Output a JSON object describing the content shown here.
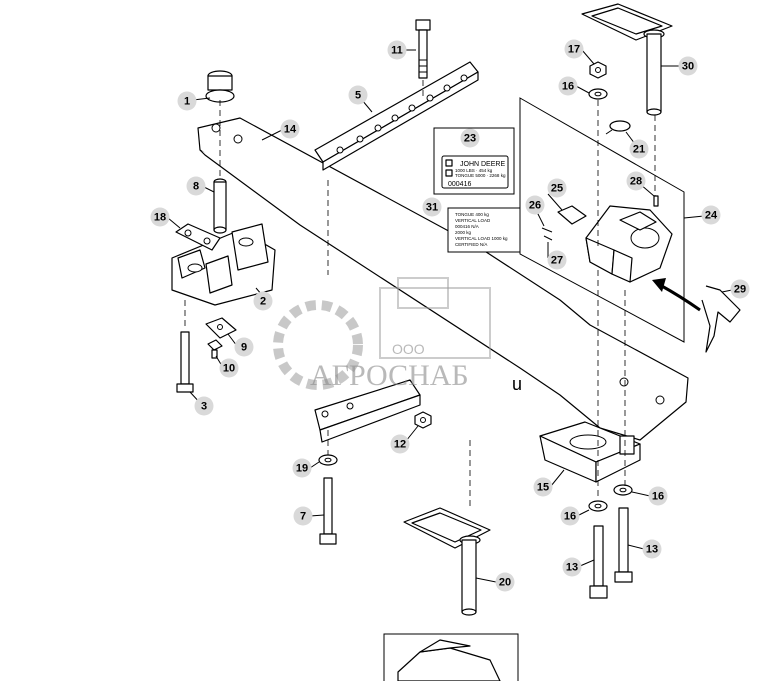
{
  "callouts": [
    {
      "id": "c1",
      "label": "1"
    },
    {
      "id": "c2",
      "label": "2"
    },
    {
      "id": "c3",
      "label": "3"
    },
    {
      "id": "c5",
      "label": "5"
    },
    {
      "id": "c7",
      "label": "7"
    },
    {
      "id": "c8",
      "label": "8"
    },
    {
      "id": "c9",
      "label": "9"
    },
    {
      "id": "c10",
      "label": "10"
    },
    {
      "id": "c11",
      "label": "11"
    },
    {
      "id": "c12",
      "label": "12"
    },
    {
      "id": "c13a",
      "label": "13"
    },
    {
      "id": "c13b",
      "label": "13"
    },
    {
      "id": "c14",
      "label": "14"
    },
    {
      "id": "c15",
      "label": "15"
    },
    {
      "id": "c16a",
      "label": "16"
    },
    {
      "id": "c16b",
      "label": "16"
    },
    {
      "id": "c16c",
      "label": "16"
    },
    {
      "id": "c17",
      "label": "17"
    },
    {
      "id": "c18",
      "label": "18"
    },
    {
      "id": "c19",
      "label": "19"
    },
    {
      "id": "c20",
      "label": "20"
    },
    {
      "id": "c21",
      "label": "21"
    },
    {
      "id": "c23",
      "label": "23"
    },
    {
      "id": "c24",
      "label": "24"
    },
    {
      "id": "c25",
      "label": "25"
    },
    {
      "id": "c26",
      "label": "26"
    },
    {
      "id": "c27",
      "label": "27"
    },
    {
      "id": "c28",
      "label": "28"
    },
    {
      "id": "c29",
      "label": "29"
    },
    {
      "id": "c30",
      "label": "30"
    },
    {
      "id": "c31",
      "label": "31"
    }
  ],
  "decal_23": {
    "brand": "JOHN DEERE",
    "line1": "1000 LBS · 454 kg",
    "line2": "TONGUE 5000 · 2268 kg",
    "code": "000416"
  },
  "decal_31": {
    "line1": "TONGUE 400 kg",
    "line2": "VERTICAL LOAD",
    "line3": "000416 N/A",
    "line4": "2000 kg",
    "line5": "VERTICAL LOAD 1000 kg",
    "line6": "CERTIFIED N/A"
  },
  "watermark": {
    "company_type": "ООО",
    "company_name": "АГРОСНАБ"
  },
  "stray_glyph": "u"
}
